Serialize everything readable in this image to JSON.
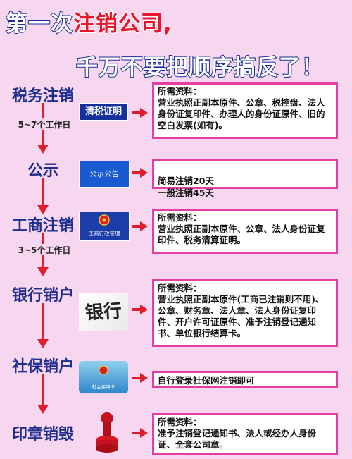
{
  "title": {
    "part1": "第一次",
    "part2": "注销公司,",
    "line2": "千万不要把顺序搞反了！"
  },
  "steps": [
    {
      "name": "税务注销",
      "days": "5~7个工作日",
      "image_text": "清税证明",
      "label": "所需资料：",
      "content": "营业执照正副本原件、公章、税控盘、法人身份证复印件、办理人的身份证原件、旧的空白发票(如有)。"
    },
    {
      "name": "公示",
      "image_text": "公示公告",
      "content": "简易注销20天\n一般注销45天"
    },
    {
      "name": "工商注销",
      "days": "3~5个工作日",
      "image_text": "工商行政管理",
      "label": "所需资料：",
      "content": "营业执照正副本原件、公章、法人身份证复印件、税务清算证明。"
    },
    {
      "name": "银行销户",
      "image_text": "银行",
      "label": "所需资料：",
      "content": "营业执照正副本原件(工商已注销则不用)、公章、财务章、法人章、法人身份证复印件、开户许可证原件、准予注销登记通知书、单位银行结算卡。"
    },
    {
      "name": "社保销户",
      "image_text": "社会保障卡",
      "content": "自行登录社保网注销即可"
    },
    {
      "name": "印章销毁",
      "label": "所需资料：",
      "content": "准予注销登记通知书、法人或经办人身份证、全套公司章。"
    }
  ],
  "colors": {
    "background": "#f7d6ef",
    "title_outline": "#1a2e9a",
    "title_accent": "#e8172c",
    "step_text": "#1f2e8f",
    "arrow": "#e01d2c",
    "box_border": "#e33ea2"
  }
}
